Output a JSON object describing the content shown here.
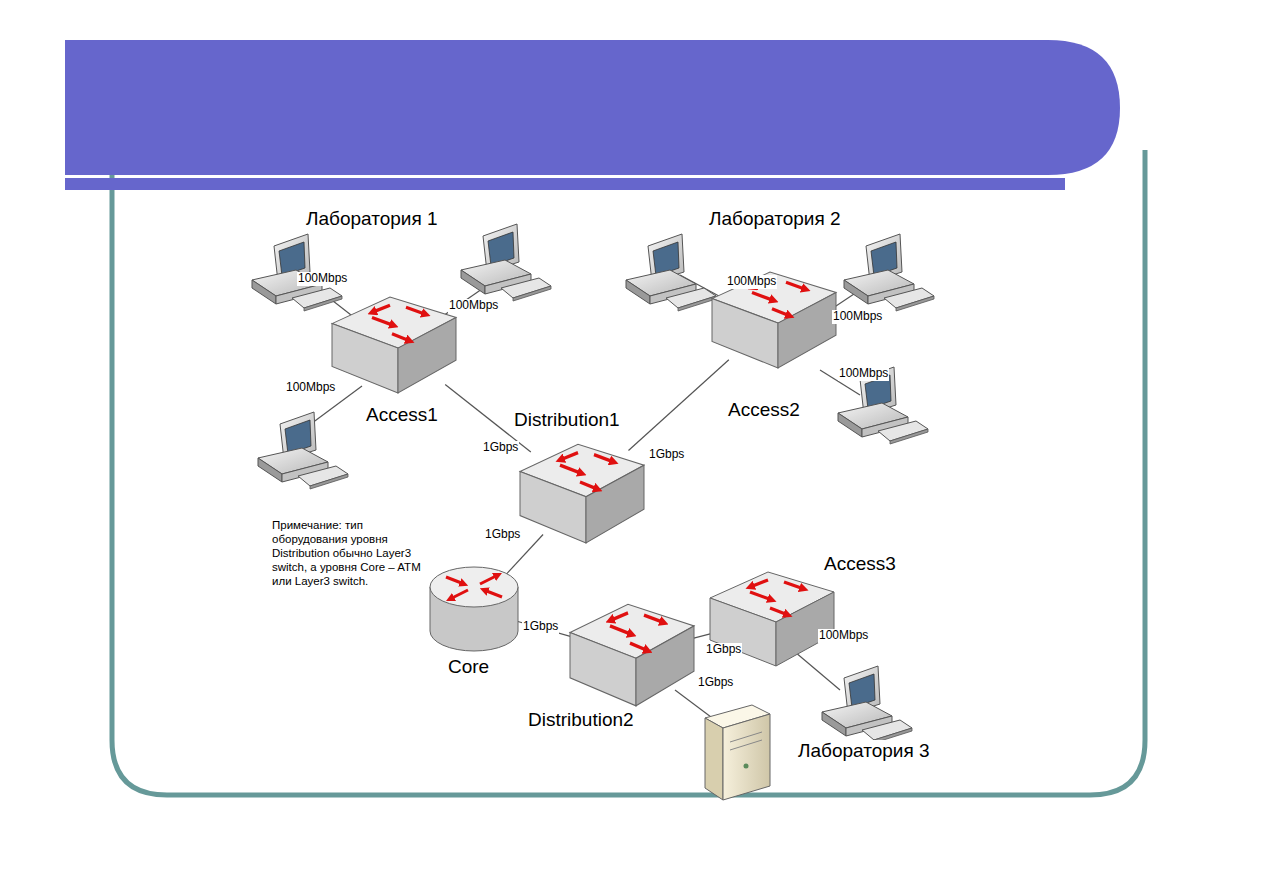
{
  "diagram": {
    "nodes": [
      {
        "text": [
          "Access1"
        ]
      },
      {
        "text": [
          "Distribution1"
        ]
      },
      {
        "text": [
          "Access2"
        ]
      },
      {
        "text": [
          "Core"
        ]
      },
      {
        "text": [
          "Distribution2"
        ]
      },
      {
        "text": [
          "Access3"
        ]
      }
    ],
    "edges": [
      {
        "from": 0,
        "to": 1,
        "label": "1Gbps",
        "arrow": "none"
      },
      {
        "from": 2,
        "to": 1,
        "label": "1Gbps",
        "arrow": "none"
      },
      {
        "from": 1,
        "to": 3,
        "label": "1Gbps",
        "arrow": "none"
      },
      {
        "from": 3,
        "to": 4,
        "label": "1Gbps",
        "arrow": "none"
      },
      {
        "from": 4,
        "to": 5,
        "label": "1Gbps",
        "arrow": "none"
      }
    ],
    "labels": [
      "Лаборатория 1",
      "100Mbps",
      "100Mbps",
      "100Mbps",
      "Лаборатория 2",
      "100Mbps",
      "100Mbps",
      "100Mbps",
      "Примечание: тип оборудования уровня Distribution обычно Layer3 switch, а уровня Core – ATM или Layer3 switch.",
      "100Mbps",
      "Лаборатория 3",
      "1Gbps"
    ]
  }
}
